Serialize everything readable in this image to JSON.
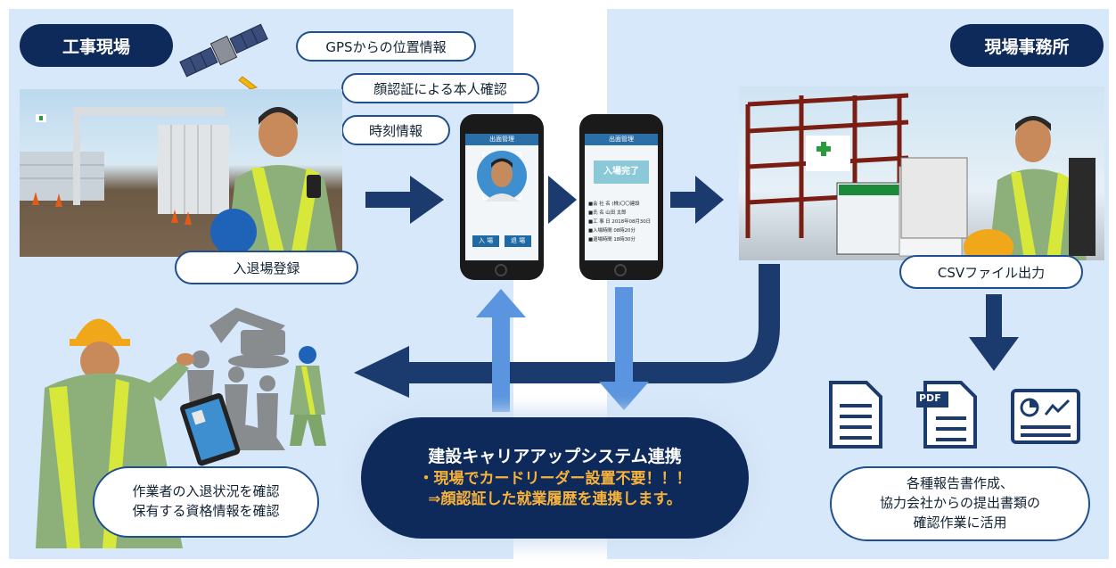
{
  "sections": {
    "site_title": "工事現場",
    "office_title": "現場事務所"
  },
  "info_pills": {
    "gps": "GPSからの位置情報",
    "face": "顔認証による本人確認",
    "time": "時刻情報"
  },
  "labels": {
    "entry_exit": "入退場登録",
    "csv": "CSVファイル出力",
    "worker_check_line1": "作業者の入退状況を確認",
    "worker_check_line2": "保有する資格情報を確認",
    "reports_line1": "各種報告書作成、",
    "reports_line2": "協力会社からの提出書類の",
    "reports_line3": "確認作業に活用"
  },
  "phone1": {
    "title": "出面管理",
    "btn_in": "入 場",
    "btn_out": "退 場"
  },
  "phone2": {
    "title": "出面管理",
    "status": "入場完了",
    "rows": [
      "■会 社 名 (株)〇〇建設",
      "■氏 名 山田 太郎",
      "■工 事 日 2018年08月30日",
      "■入場時間 08時20分",
      "■退場時間 18時30分"
    ]
  },
  "ccus": {
    "line1": "建設キャリアアップシステム連携",
    "line2": "・現場でカードリーダー設置不要！！！",
    "line3": "⇒顔認証した就業履歴を連携します。"
  },
  "icons": {
    "pdf_label": "PDF"
  },
  "colors": {
    "navy": "#0e2a5a",
    "arrow_blue": "#1b3a6e",
    "light_arrow": "#5b95df",
    "panel": "#d7e8fa",
    "accent_orange": "#f7b23b"
  }
}
